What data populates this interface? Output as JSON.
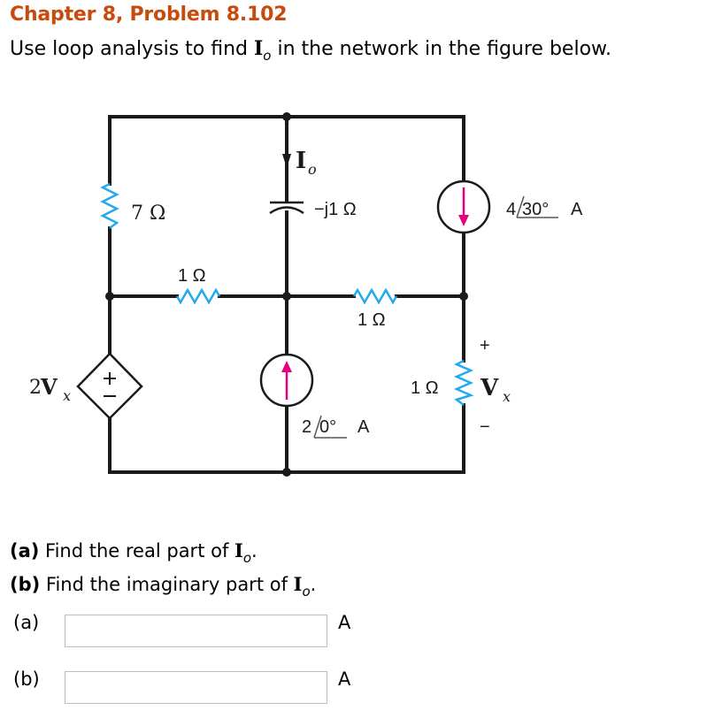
{
  "header": {
    "title": "Chapter 8, Problem 8.102",
    "prompt_before": "Use loop analysis to find ",
    "prompt_var": "I",
    "prompt_var_sub": "o",
    "prompt_after": " in the network in the figure below."
  },
  "circuit": {
    "resistor_left_label": "7 Ω",
    "resistor_top_mid_label": "1 Ω",
    "resistor_mid_right_label": "1 Ω",
    "resistor_right_label": "1 Ω",
    "capacitor_label": "−j1 Ω",
    "current_label_main": "I",
    "current_label_sub": "o",
    "source_right_value": "4",
    "source_right_angle": "30°",
    "source_right_unit": "A",
    "source_mid_value": "2",
    "source_mid_angle": "0°",
    "source_mid_unit": "A",
    "dep_source_coef": "2",
    "dep_source_var": "V",
    "dep_source_sub": "x",
    "vx_main": "V",
    "vx_sub": "x",
    "plus": "+",
    "minus": "−",
    "colors": {
      "wire": "#1a1a1a",
      "resistor": "#22aaee",
      "arrow": "#e6007e"
    }
  },
  "questions": {
    "a_tag": "(a)",
    "a_text": " Find the real part of ",
    "b_tag": "(b)",
    "b_text": " Find the imaginary part of ",
    "var": "I",
    "var_sub": "o",
    "end": "."
  },
  "answers": [
    {
      "label": "(a)",
      "value": "",
      "placeholder": "",
      "unit": "A"
    },
    {
      "label": "(b)",
      "value": "",
      "placeholder": "",
      "unit": "A"
    }
  ]
}
